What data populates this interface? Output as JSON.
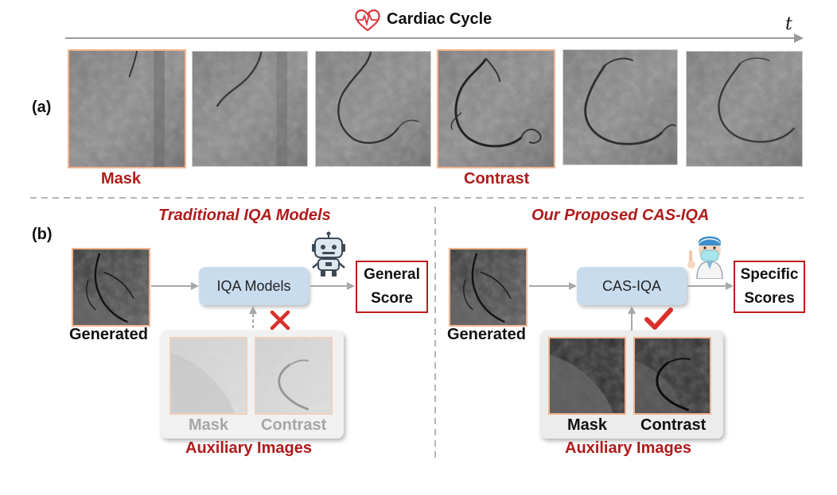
{
  "header": {
    "title": "Cardiac Cycle",
    "axis_var": "t"
  },
  "part_a": {
    "label": "(a)",
    "frames": [
      {
        "name": "frame-1"
      },
      {
        "name": "frame-2"
      },
      {
        "name": "frame-3"
      },
      {
        "name": "frame-4"
      },
      {
        "name": "frame-5"
      },
      {
        "name": "frame-6"
      }
    ],
    "mask_label": "Mask",
    "contrast_label": "Contrast"
  },
  "part_b": {
    "label": "(b)",
    "left": {
      "title": "Traditional IQA Models",
      "generated_label": "Generated",
      "model_label": "IQA Models",
      "score_line1": "General",
      "score_line2": "Score",
      "aux_mask": "Mask",
      "aux_contrast": "Contrast",
      "aux_title": "Auxiliary Images"
    },
    "right": {
      "title": "Our Proposed CAS-IQA",
      "generated_label": "Generated",
      "model_label": "CAS-IQA",
      "score_line1": "Specific",
      "score_line2": "Scores",
      "aux_mask": "Mask",
      "aux_contrast": "Contrast",
      "aux_title": "Auxiliary Images"
    }
  },
  "colors": {
    "accent_red": "#b01a1a",
    "frame_orange": "#f2b48f",
    "model_box": "#c9dcee"
  },
  "icons": [
    "heart-pulse-icon",
    "robot-icon",
    "doctor-icon",
    "cross-icon",
    "check-icon"
  ]
}
